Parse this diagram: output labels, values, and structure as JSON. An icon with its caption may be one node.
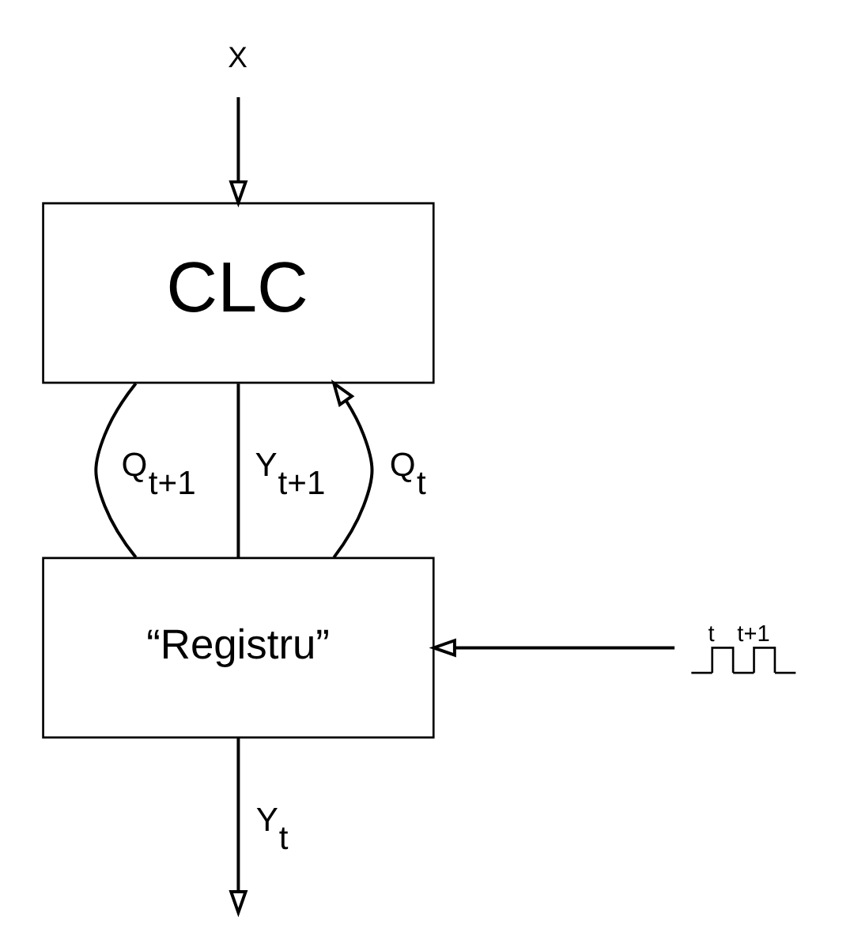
{
  "diagram": {
    "nodes": [
      {
        "text": [
          "X"
        ]
      },
      {
        "text": [
          "CLC"
        ]
      },
      {
        "text": [
          "“Registru”"
        ]
      },
      {
        "text": [
          "t",
          "t+1"
        ]
      }
    ],
    "edges": [
      {
        "from": 0,
        "to": 1,
        "arrow": "to"
      },
      {
        "from": 1,
        "to": 2,
        "arrow": "none",
        "label": "Q$_{t+1}$"
      },
      {
        "from": 1,
        "to": 2,
        "arrow": "none",
        "label": "Y$_{t+1}$"
      },
      {
        "from": 2,
        "to": 1,
        "arrow": "to",
        "label": "Q$_{t}$"
      },
      {
        "from": 2,
        "to": null,
        "arrow": "to",
        "label": "Y$_{t}$"
      },
      {
        "from": 3,
        "to": 2,
        "arrow": "to"
      }
    ]
  }
}
